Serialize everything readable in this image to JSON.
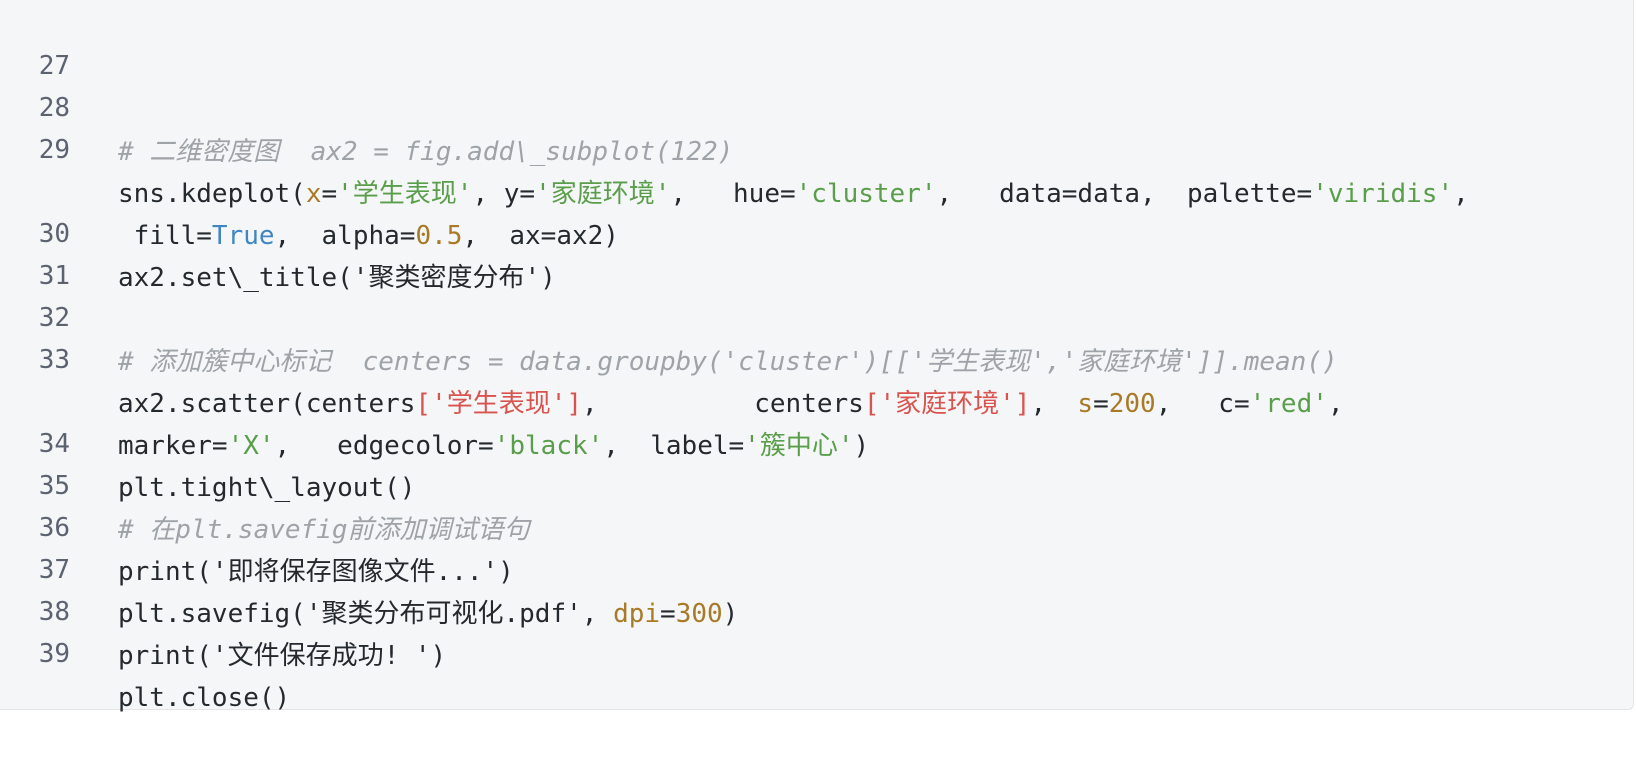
{
  "code_view": {
    "lines": [
      {
        "num": "27",
        "code": ""
      },
      {
        "num": "28",
        "code": "# 二维密度图  ax2 = fig.add\\_subplot(122)"
      },
      {
        "num": "29",
        "code": "sns.kdeplot(x='学生表现', y='家庭环境',   hue='cluster',   data=data,  palette='viridis',"
      },
      {
        "num": "",
        "code": " fill=True,  alpha=0.5,  ax=ax2)"
      },
      {
        "num": "30",
        "code": "ax2.set\\_title('聚类密度分布')"
      },
      {
        "num": "31",
        "code": ""
      },
      {
        "num": "32",
        "code": "# 添加簇中心标记  centers = data.groupby('cluster')[['学生表现','家庭环境']].mean()"
      },
      {
        "num": "33",
        "code": "ax2.scatter(centers['学生表现'],          centers['家庭环境'],  s=200,   c='red',"
      },
      {
        "num": "",
        "code": "marker='X',   edgecolor='black',  label='簇中心')"
      },
      {
        "num": "34",
        "code": "plt.tight\\_layout()"
      },
      {
        "num": "35",
        "code": "# 在plt.savefig前添加调试语句"
      },
      {
        "num": "36",
        "code": "print('即将保存图像文件...')"
      },
      {
        "num": "37",
        "code": "plt.savefig('聚类分布可视化.pdf', dpi=300)"
      },
      {
        "num": "38",
        "code": "print('文件保存成功! ')"
      },
      {
        "num": "39",
        "code": "plt.close()"
      }
    ]
  },
  "colors": {
    "background": "#f5f6f8",
    "line_number": "#5c6370",
    "comment": "#9ea3a8",
    "string": "#5a9e4b",
    "number": "#a97a26",
    "keyword": "#4186c2",
    "highlight_red": "#d9534f"
  }
}
